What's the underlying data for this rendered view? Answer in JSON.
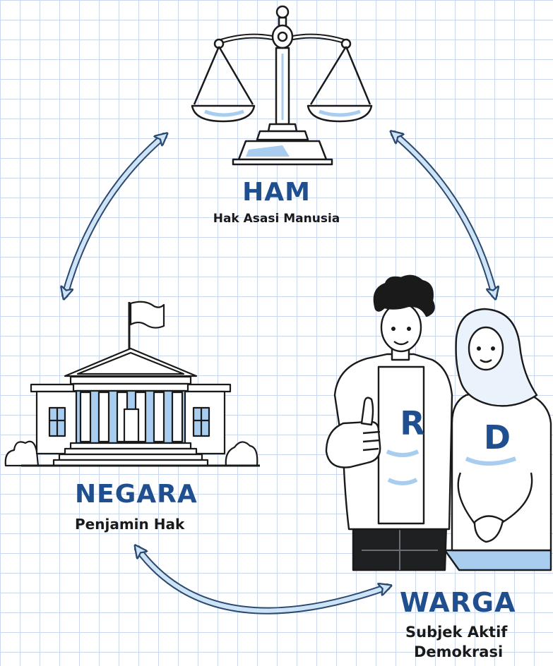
{
  "nodes": {
    "ham": {
      "title": "HAM",
      "subtitle": "Hak Asasi Manusia",
      "icon": "scales-of-justice-icon"
    },
    "negara": {
      "title": "NEGARA",
      "subtitle": "Penjamin Hak",
      "icon": "government-building-icon"
    },
    "warga": {
      "title": "WARGA",
      "subtitle_line1": "Subjek Aktif",
      "subtitle_line2": "Demokrasi",
      "icon": "citizens-illustration"
    }
  },
  "shirt_letters": {
    "left": "R",
    "right": "D"
  },
  "colors": {
    "accent": "#1f4f8f",
    "arrow_fill": "#cfe3f7",
    "arrow_stroke": "#2a4a6f",
    "grid": "#c9d8ee"
  }
}
